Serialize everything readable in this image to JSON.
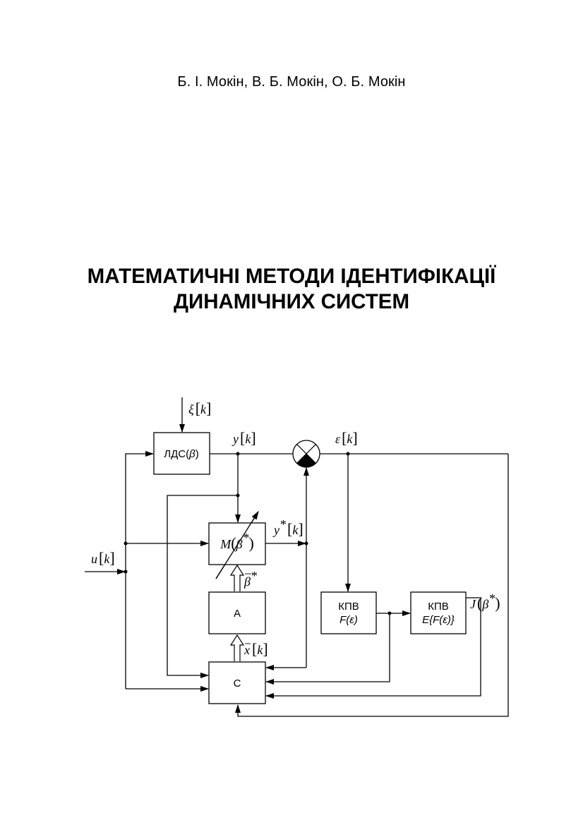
{
  "authors": "Б. І. Мокін, В. Б. Мокін, О. Б. Мокін",
  "title": {
    "line1": "МАТЕМАТИЧНІ МЕТОДИ ІДЕНТИФІКАЦІЇ",
    "line2": "ДИНАМІЧНИХ СИСТЕМ"
  },
  "diagram": {
    "blocks": {
      "lds": {
        "label": "ЛДС(",
        "param": "β",
        "close": ")"
      },
      "model": {
        "fn": "M",
        "param": "β",
        "sup": "*"
      },
      "a": {
        "label": "A"
      },
      "c": {
        "label": "C"
      },
      "kpv1": {
        "line1": "КПВ",
        "line2": "F(ε)"
      },
      "kpv2": {
        "line1": "КПВ",
        "line2": "E{F(ε)}"
      }
    },
    "signals": {
      "noise": {
        "sym": "ξ",
        "idx": "k"
      },
      "output": {
        "sym": "y",
        "idx": "k"
      },
      "error": {
        "sym": "ε",
        "idx": "k"
      },
      "input": {
        "sym": "u",
        "idx": "k"
      },
      "model_output": {
        "sym": "y",
        "sup": "*",
        "idx": "k"
      },
      "param_vector": {
        "sym": "β",
        "sup": "*"
      },
      "state_vector": {
        "sym": "x",
        "idx": "k"
      },
      "criterion": {
        "sym": "J",
        "param": "β",
        "sup": "*"
      }
    }
  }
}
